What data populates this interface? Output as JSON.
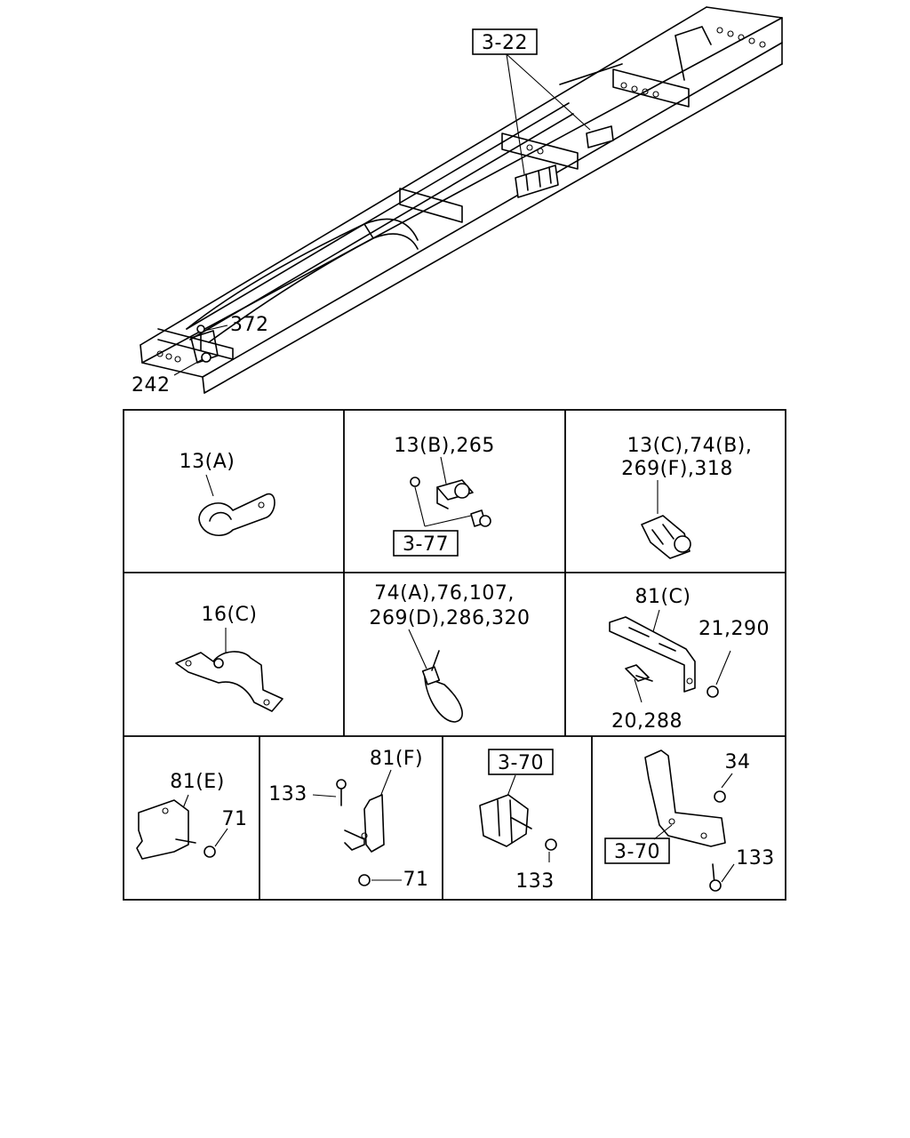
{
  "main_view": {
    "callouts": {
      "ref_3_22": "3-22",
      "part_372": "372",
      "part_242": "242"
    }
  },
  "panels": {
    "r1c1": {
      "label": "13(A)"
    },
    "r1c2": {
      "label": "13(B),265",
      "ref": "3-77"
    },
    "r1c3": {
      "label_line1": "13(C),74(B),",
      "label_line2": "269(F),318"
    },
    "r2c1": {
      "label": "16(C)"
    },
    "r2c2": {
      "label_line1": "74(A),76,107,",
      "label_line2": "269(D),286,320"
    },
    "r2c3": {
      "label_top": "81(C)",
      "label_right": "21,290",
      "label_bottom": "20,288"
    },
    "r3c1": {
      "label_top": "81(E)",
      "label_right": "71"
    },
    "r3c2": {
      "label_top": "81(F)",
      "label_left": "133",
      "label_bottom": "71"
    },
    "r3c3": {
      "ref": "3-70",
      "label_bottom": "133"
    },
    "r3c4": {
      "label_top": "34",
      "ref": "3-70",
      "label_right": "133"
    }
  }
}
